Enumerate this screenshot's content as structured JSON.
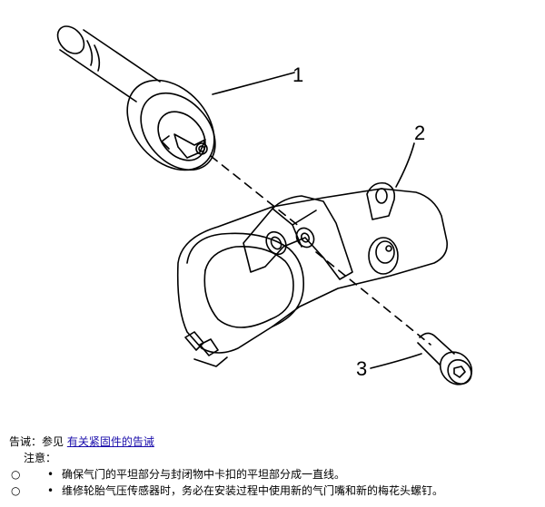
{
  "figure": {
    "callouts": [
      "1",
      "2",
      "3"
    ],
    "parts_shown": [
      "valve-stem",
      "sensor-body",
      "torx-screw"
    ]
  },
  "warning": {
    "prefix": "告诫：参见 ",
    "link_text": "有关紧固件的告诫"
  },
  "note": {
    "label": "注意："
  },
  "bullets": {
    "outer_symbol": "○",
    "inner_symbol": "•",
    "items": [
      "确保气门的平坦部分与封闭物中卡扣的平坦部分成一直线。",
      "维修轮胎气压传感器时，务必在安装过程中使用新的气门嘴和新的梅花头螺钉。"
    ]
  }
}
